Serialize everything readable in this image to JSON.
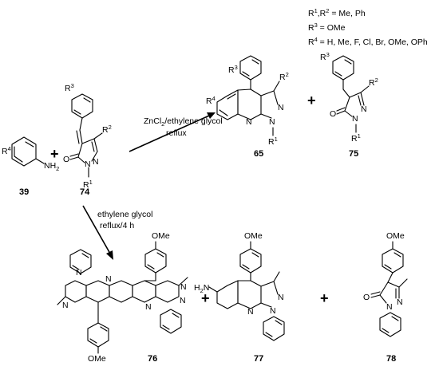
{
  "substituents": {
    "line1": {
      "r1": "R",
      "s1": "1",
      "comma": ",R",
      "s2": "2",
      "rest": " = Me, Ph"
    },
    "line2": {
      "r": "R",
      "s": "3",
      "rest": " = OMe"
    },
    "line3": {
      "r": "R",
      "s": "4",
      "rest": " = H, Me, F, Cl, Br, OMe, OPh"
    }
  },
  "conditions": {
    "upper_line1_pre": "ZnCl",
    "upper_line1_sub": "2",
    "upper_line1_post": "/ethylene glycol",
    "upper_line2": "reflux",
    "lower_line1": "ethylene glycol",
    "lower_line2": "reflux/4 h"
  },
  "compounds": {
    "c39": "39",
    "c74": "74",
    "c65": "65",
    "c75": "75",
    "c76": "76",
    "c77": "77",
    "c78": "78"
  },
  "plus_sign": "+",
  "atoms": {
    "R": "R",
    "one": "1",
    "two": "2",
    "three": "3",
    "four": "4",
    "N": "N",
    "O": "O",
    "NH": "NH",
    "H2N": "H",
    "OMe": "OMe",
    "amine_sub": "2",
    "amine_n": "N"
  }
}
